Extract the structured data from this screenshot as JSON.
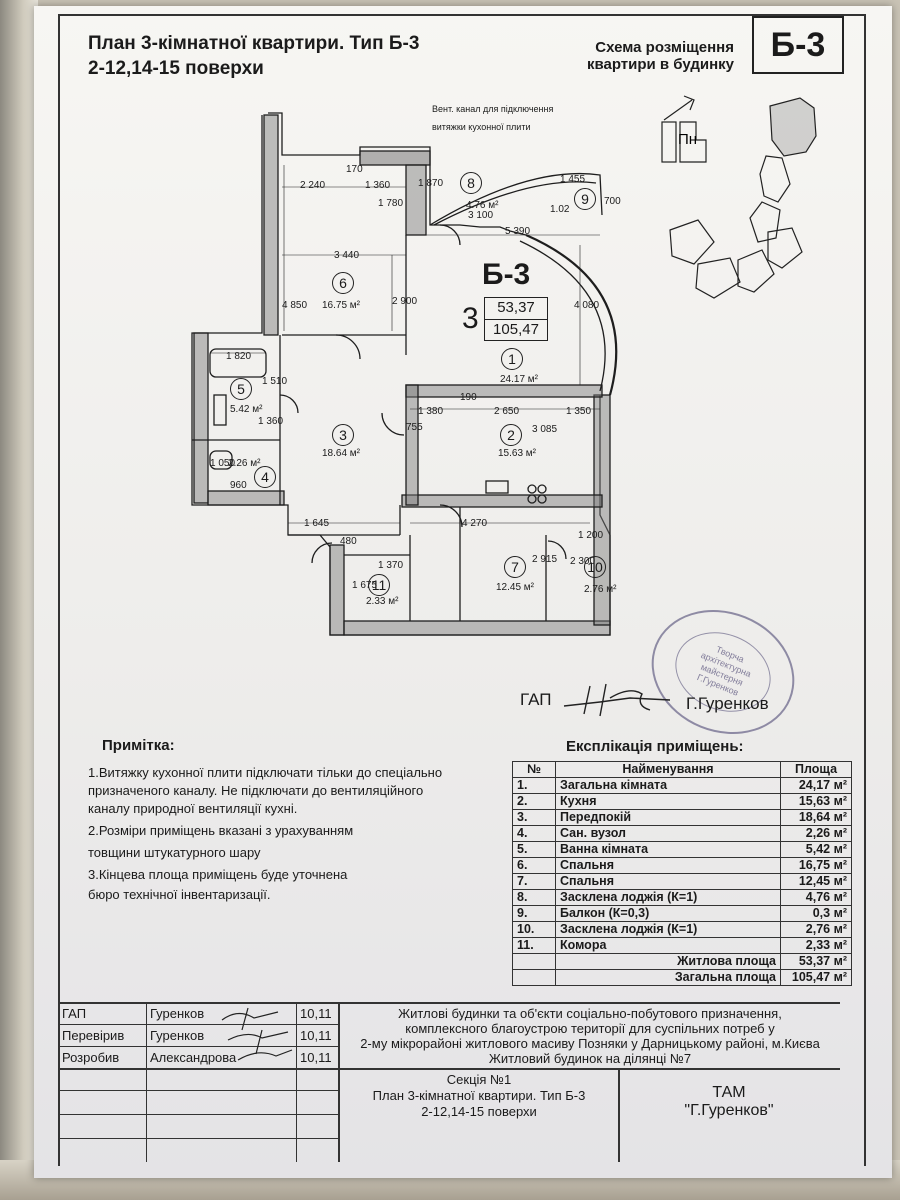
{
  "header": {
    "title_line1": "План 3-кімнатної квартири. Тип Б-3",
    "title_line2": "2-12,14-15 поверхи",
    "scheme_line1": "Схема розміщення",
    "scheme_line2": "квартири в будинку",
    "type_code": "Б-3"
  },
  "plan": {
    "vent_note_line1": "Вент. канал для підключення",
    "vent_note_line2": "витяжки кухонної плити",
    "big_type": "Б-3",
    "rooms_count": "3",
    "living_area": "53,37",
    "total_area": "105,47",
    "north_label": "Пн",
    "rooms": [
      {
        "n": "1",
        "area": "24.17 м²"
      },
      {
        "n": "2",
        "area": "15.63 м²"
      },
      {
        "n": "3",
        "area": "18.64 м²"
      },
      {
        "n": "4",
        "area": "2.26 м²"
      },
      {
        "n": "5",
        "area": "5.42 м²"
      },
      {
        "n": "6",
        "area": "16.75 м²"
      },
      {
        "n": "7",
        "area": "12.45 м²"
      },
      {
        "n": "8",
        "area": "4.76 м²"
      },
      {
        "n": "9",
        "area": "1.02"
      },
      {
        "n": "10",
        "area": "2.76 м²"
      },
      {
        "n": "11",
        "area": "2.33 м²"
      }
    ],
    "dims": [
      "2 240",
      "170",
      "1 360",
      "1 870",
      "1 455",
      "1 780",
      "3 100",
      "700",
      "3 440",
      "5 390",
      "4 850",
      "2 900",
      "4 080",
      "1 820",
      "1 510",
      "1 380",
      "2 650",
      "1 350",
      "190",
      "1 360",
      "755",
      "3 085",
      "1 050",
      "960",
      "1 645",
      "4 270",
      "1 200",
      "480",
      "1 370",
      "2 915",
      "2 300",
      "1 675"
    ]
  },
  "gap": {
    "label": "ГАП",
    "name": "Г.Гуренков"
  },
  "stamp": {
    "text": [
      "Творча",
      "архітектурна",
      "майстерня",
      "Г.Гуренков"
    ]
  },
  "notes": {
    "title": "Примітка:",
    "lines": [
      "1.Витяжку кухонної плити підключати тільки до спеціально",
      "призначеного каналу. Не підключати до вентиляційного",
      "каналу природної вентиляції кухні.",
      "2.Розміри приміщень вказані з урахуванням",
      "товщини штукатурного шару",
      "3.Кінцева площа приміщень буде уточнена",
      "бюро технічної інвентаризації."
    ]
  },
  "explication": {
    "title": "Експлікація приміщень:",
    "headers": [
      "№",
      "Найменування",
      "Площа"
    ],
    "rows": [
      [
        "1.",
        "Загальна кімната",
        "24,17 м²"
      ],
      [
        "2.",
        "Кухня",
        "15,63 м²"
      ],
      [
        "3.",
        "Передпокій",
        "18,64 м²"
      ],
      [
        "4.",
        "Сан. вузол",
        "2,26 м²"
      ],
      [
        "5.",
        "Ванна кімната",
        "5,42 м²"
      ],
      [
        "6.",
        "Спальня",
        "16,75 м²"
      ],
      [
        "7.",
        "Спальня",
        "12,45 м²"
      ],
      [
        "8.",
        "Засклена лоджія (К=1)",
        "4,76 м²"
      ],
      [
        "9.",
        "Балкон (К=0,3)",
        "0,3 м²"
      ],
      [
        "10.",
        "Засклена лоджія (К=1)",
        "2,76 м²"
      ],
      [
        "11.",
        "Комора",
        "2,33 м²"
      ]
    ],
    "totals": [
      [
        "Житлова площа",
        "53,37 м²"
      ],
      [
        "Загальна площа",
        "105,47 м²"
      ]
    ]
  },
  "title_block": {
    "roles": [
      {
        "role": "ГАП",
        "name": "Гуренков",
        "date": "10,11"
      },
      {
        "role": "Перевірив",
        "name": "Гуренков",
        "date": "10,11"
      },
      {
        "role": "Розробив",
        "name": "Александрова",
        "date": "10,11"
      }
    ],
    "project_lines": [
      "Житлові будинки та об'єкти соціально-побутового призначення,",
      "комплексного благоустрою території для суспільних потреб у",
      "2-му мікрорайоні житлового масиву Позняки у Дарницькому районі, м.Києва",
      "Житловий будинок на ділянці №7"
    ],
    "sheet_lines": [
      "Секція №1",
      "План 3-кімнатної квартири. Тип Б-3",
      "2-12,14-15 поверхи"
    ],
    "studio_lines": [
      "ТАМ",
      "\"Г.Гуренков\""
    ]
  },
  "colors": {
    "paper": "#f4f3f0",
    "ink": "#1b1b1b",
    "stamp": "#6e698c"
  }
}
